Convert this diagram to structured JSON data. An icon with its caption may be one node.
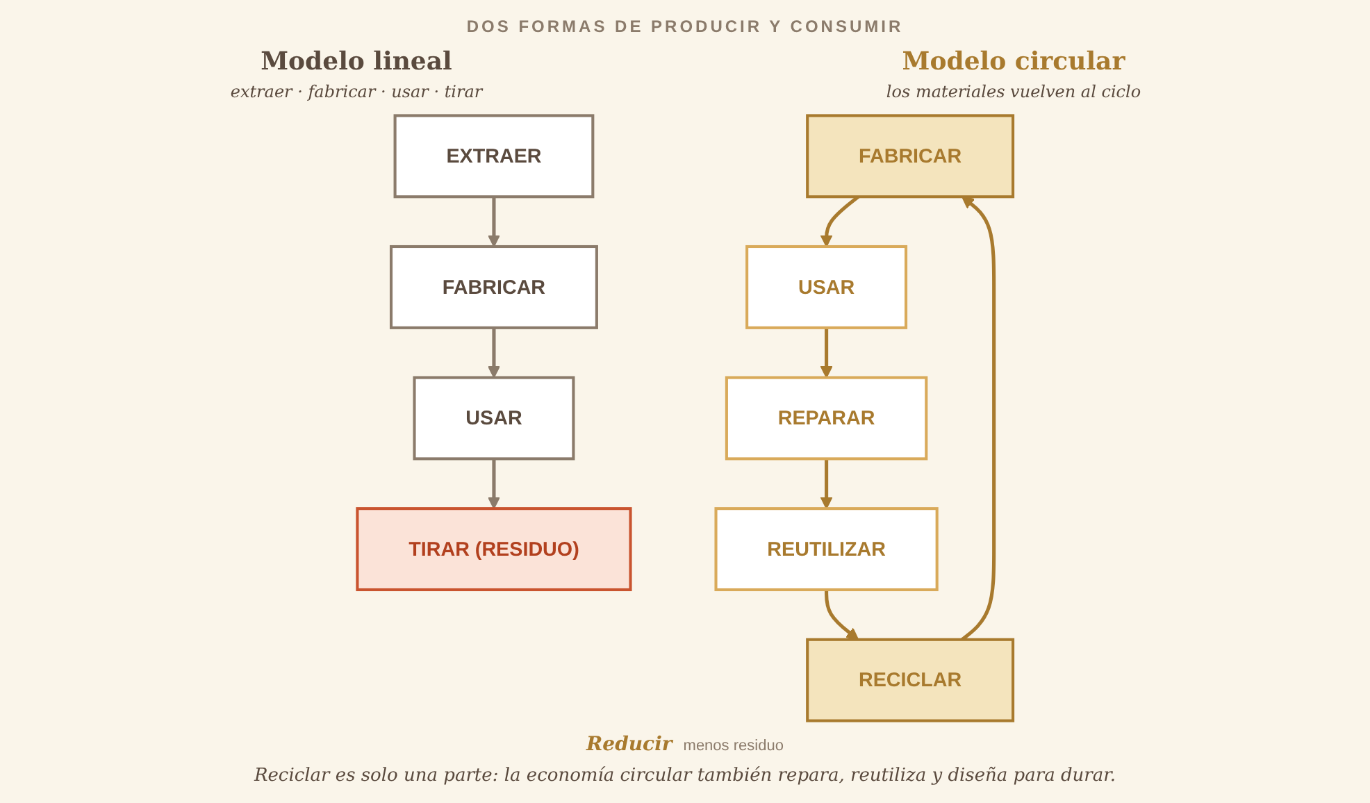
{
  "diagram": {
    "title": "DOS FORMAS DE PRODUCIR Y CONSUMIR",
    "caption": "Reciclar es solo una parte: la economía circular también repara, reutiliza y diseña para durar.",
    "nodes": [
      {
        "text": [
          "EXTRAER"
        ]
      },
      {
        "text": [
          "FABRICAR"
        ]
      },
      {
        "text": [
          "USAR"
        ]
      },
      {
        "text": [
          "TIRAR (RESIDUO)"
        ]
      },
      {
        "text": [
          "FABRICAR"
        ]
      },
      {
        "text": [
          "USAR"
        ]
      },
      {
        "text": [
          "REPARAR"
        ]
      },
      {
        "text": [
          "REUTILIZAR"
        ]
      },
      {
        "text": [
          "RECICLAR"
        ]
      }
    ],
    "edges": [
      {
        "from": 0,
        "to": 1,
        "arrow": "to",
        "color": "#8b7b6b"
      },
      {
        "from": 1,
        "to": 2,
        "arrow": "to",
        "color": "#8b7b6b"
      },
      {
        "from": 2,
        "to": 3,
        "arrow": "to",
        "color": "#8b7b6b"
      },
      {
        "from": 4,
        "to": 5,
        "arrow": "to"
      },
      {
        "from": 5,
        "to": 6,
        "arrow": "to"
      },
      {
        "from": 6,
        "to": 7,
        "arrow": "to"
      },
      {
        "from": 7,
        "to": 8,
        "arrow": "to"
      },
      {
        "from": 8,
        "to": 4,
        "arrow": "to"
      }
    ],
    "labels": [
      "Modelo lineal",
      "extraer · fabricar · usar · tirar",
      "Modelo circular",
      "los materiales vuelven al ciclo",
      "Reducir",
      "menos residuo"
    ]
  }
}
